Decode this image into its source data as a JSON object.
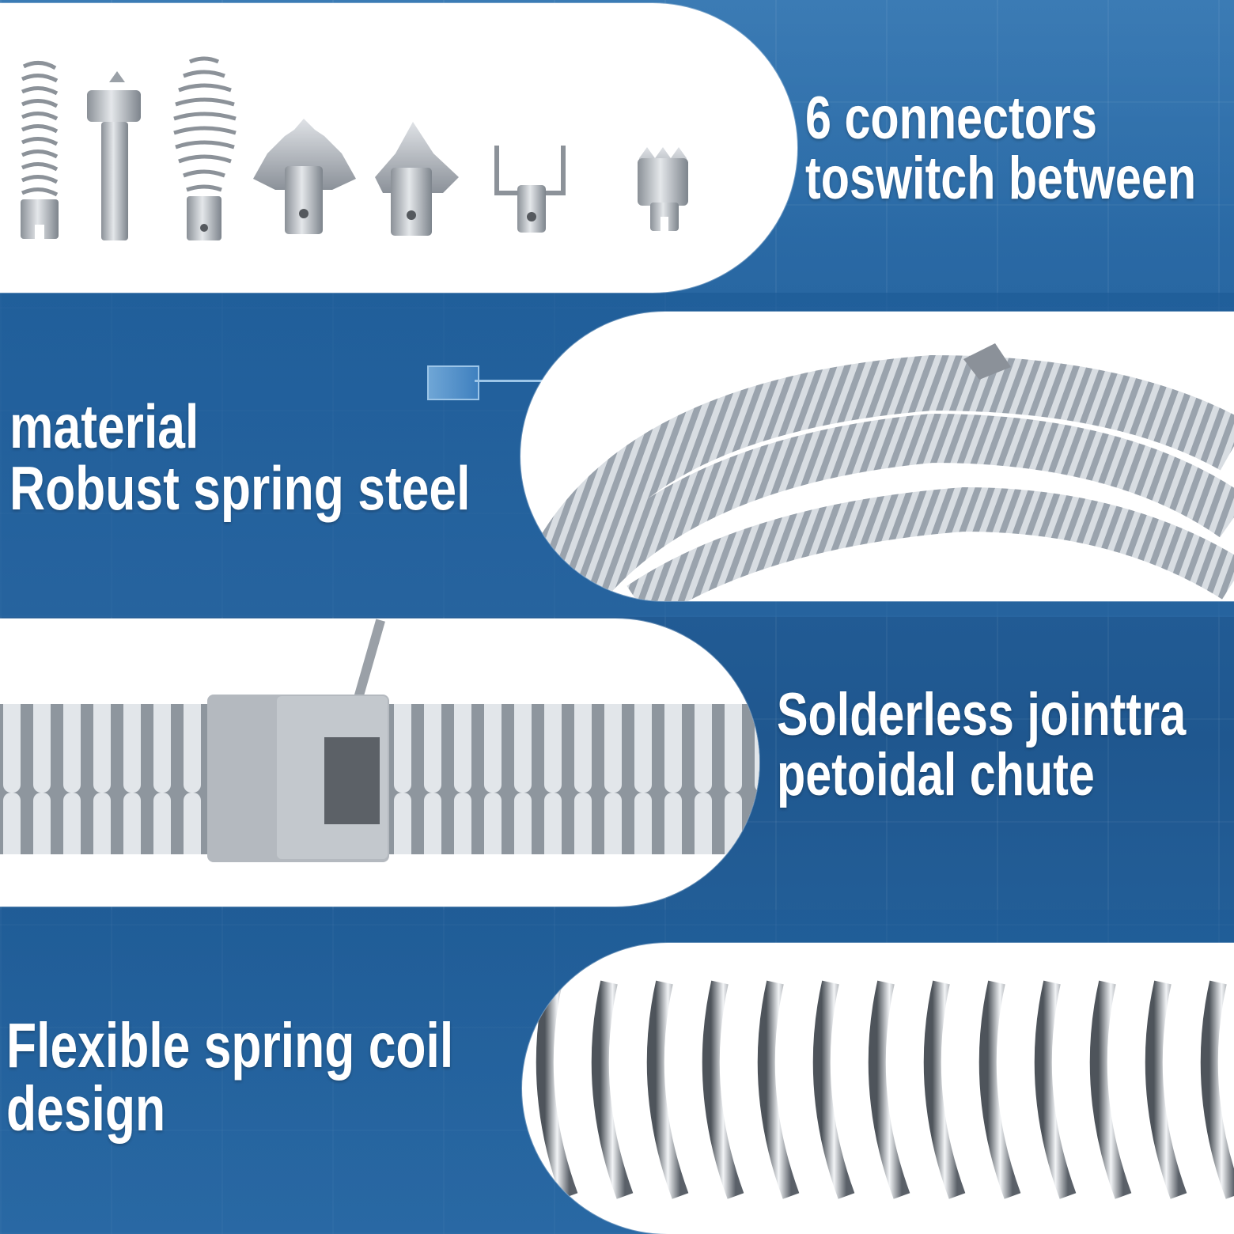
{
  "panels": [
    {
      "id": "connectors",
      "caption_lines": [
        "6 connectors",
        "toswitch between"
      ]
    },
    {
      "id": "material",
      "caption_lines": [
        "material",
        "Robust spring steel"
      ]
    },
    {
      "id": "joint",
      "caption_lines": [
        "Solderless jointtra",
        "petoidal chute"
      ]
    },
    {
      "id": "coil",
      "caption_lines": [
        "Flexible spring coil",
        "design"
      ]
    }
  ],
  "colors": {
    "background_blue": "#2b6aa3",
    "panel_white": "#ffffff",
    "caption_text": "#ffffff",
    "steel": "#b8bec6"
  },
  "icons": [
    "spring-head-icon",
    "straight-head-icon",
    "bulb-spring-icon",
    "spade-cutter-icon",
    "arrow-cutter-icon",
    "u-cutter-icon",
    "crown-cutter-icon"
  ]
}
